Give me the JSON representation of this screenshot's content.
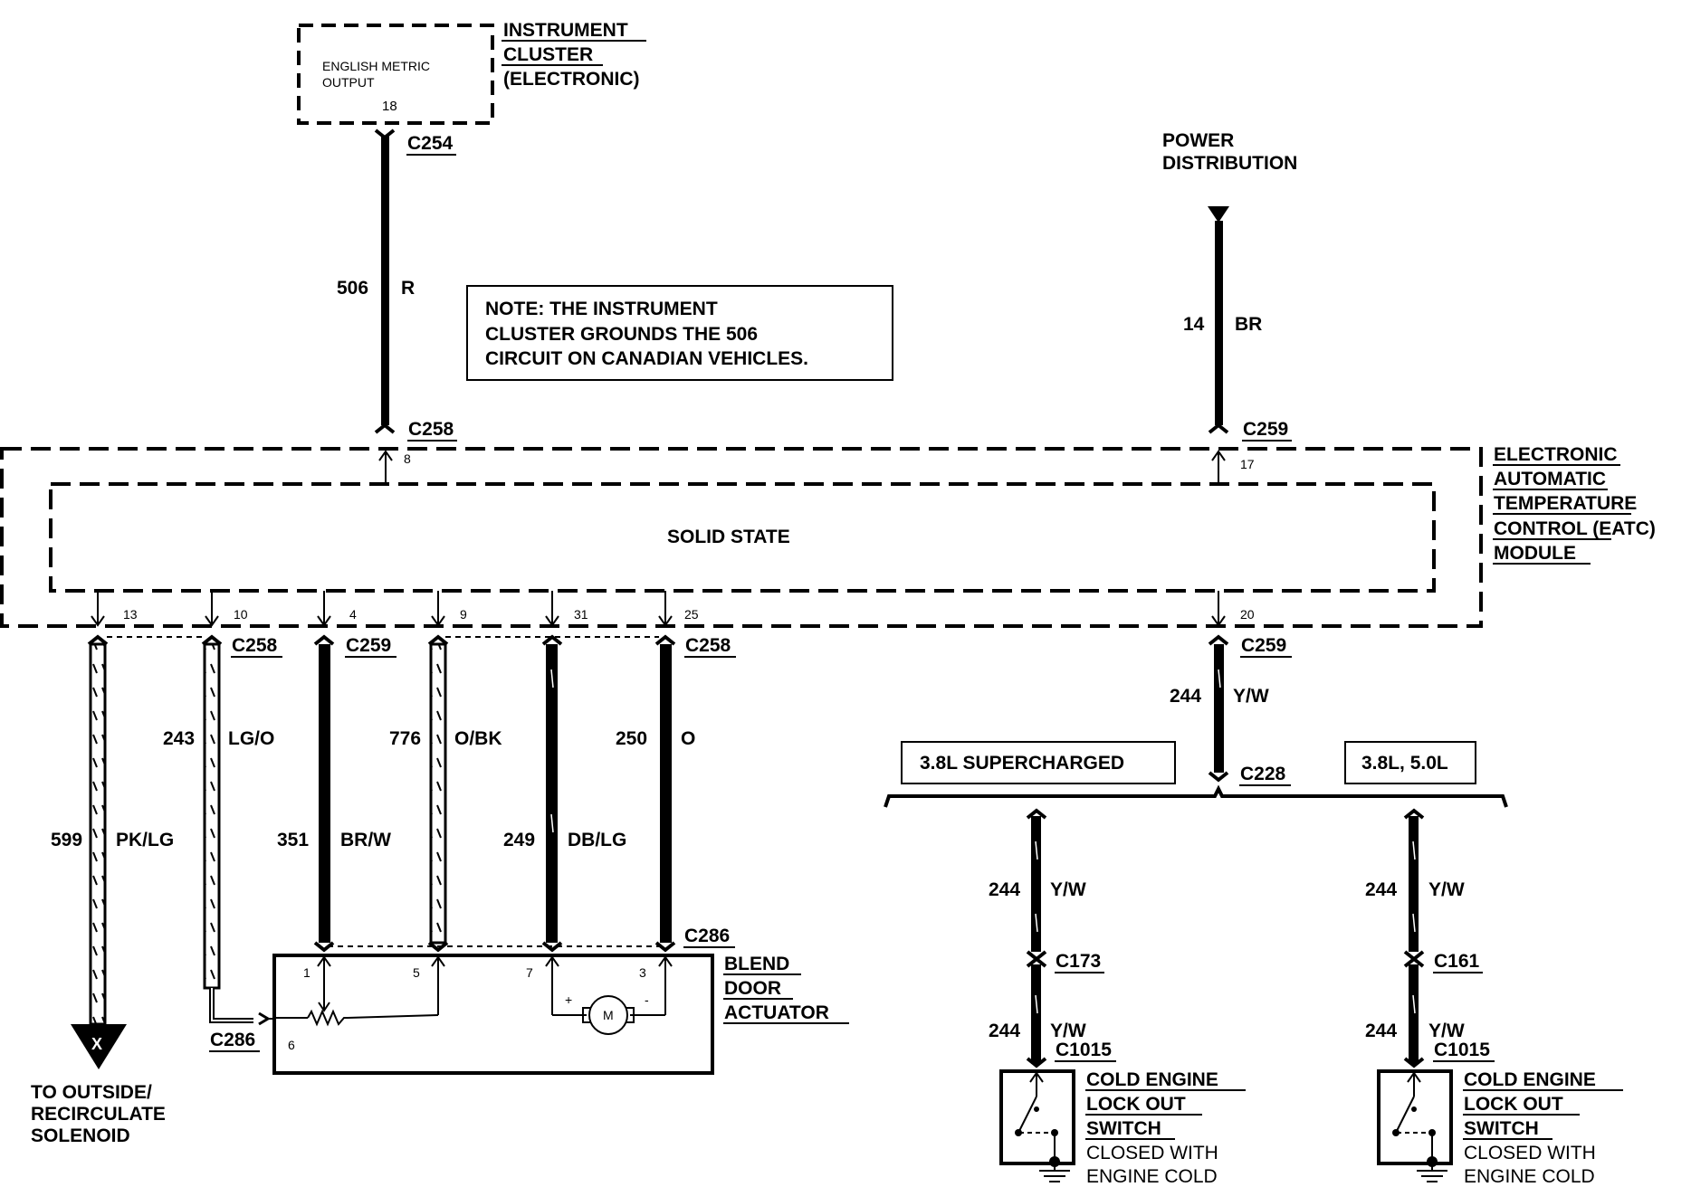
{
  "instrument_cluster": {
    "title": [
      "INSTRUMENT",
      "CLUSTER",
      "(ELECTRONIC)"
    ],
    "inner_text": [
      "ENGLISH METRIC",
      "OUTPUT"
    ],
    "pin": "18",
    "connector": "C254"
  },
  "power_distribution": {
    "title": [
      "POWER",
      "DISTRIBUTION"
    ]
  },
  "note": {
    "lines": [
      "NOTE: THE INSTRUMENT",
      "CLUSTER GROUNDS THE 506",
      "CIRCUIT ON CANADIAN VEHICLES."
    ]
  },
  "module": {
    "title": [
      "ELECTRONIC",
      "AUTOMATIC",
      "TEMPERATURE",
      "CONTROL (EATC)",
      "MODULE"
    ],
    "inner_label": "SOLID STATE",
    "top_pins": [
      {
        "connector": "C258",
        "pin": "8"
      },
      {
        "connector": "C259",
        "pin": "17"
      }
    ],
    "bottom_pins": [
      "13",
      "10",
      "4",
      "9",
      "31",
      "25",
      "20"
    ],
    "bottom_connectors": [
      "C258",
      "C259",
      "C258",
      "C259"
    ]
  },
  "wires": [
    {
      "circuit": "506",
      "color": "R"
    },
    {
      "circuit": "14",
      "color": "BR"
    },
    {
      "circuit": "599",
      "color": "PK/LG"
    },
    {
      "circuit": "243",
      "color": "LG/O"
    },
    {
      "circuit": "351",
      "color": "BR/W"
    },
    {
      "circuit": "776",
      "color": "O/BK"
    },
    {
      "circuit": "249",
      "color": "DB/LG"
    },
    {
      "circuit": "250",
      "color": "O"
    },
    {
      "circuit": "244",
      "color": "Y/W"
    }
  ],
  "blend_door": {
    "title": [
      "BLEND",
      "DOOR",
      "ACTUATOR"
    ],
    "connector_top": "C286",
    "connector_side": "C286",
    "pins": [
      "1",
      "5",
      "7",
      "3",
      "6"
    ],
    "motor_symbol": "M",
    "plus": "+",
    "minus": "-"
  },
  "solenoid": {
    "symbol": "X",
    "title": [
      "TO OUTSIDE/",
      "RECIRCULATE",
      "SOLENOID"
    ]
  },
  "branches": {
    "splice": "C228",
    "left_label": "3.8L SUPERCHARGED",
    "right_label": "3.8L, 5.0L",
    "left": {
      "circuit": "244",
      "color": "Y/W",
      "connector_mid": "C173",
      "connector_bottom": "C1015"
    },
    "right": {
      "circuit": "244",
      "color": "Y/W",
      "connector_mid": "C161",
      "connector_bottom": "C1015"
    }
  },
  "switch": {
    "title": [
      "COLD ENGINE",
      "LOCK OUT",
      "SWITCH"
    ],
    "note": [
      "CLOSED WITH",
      "ENGINE COLD"
    ]
  }
}
